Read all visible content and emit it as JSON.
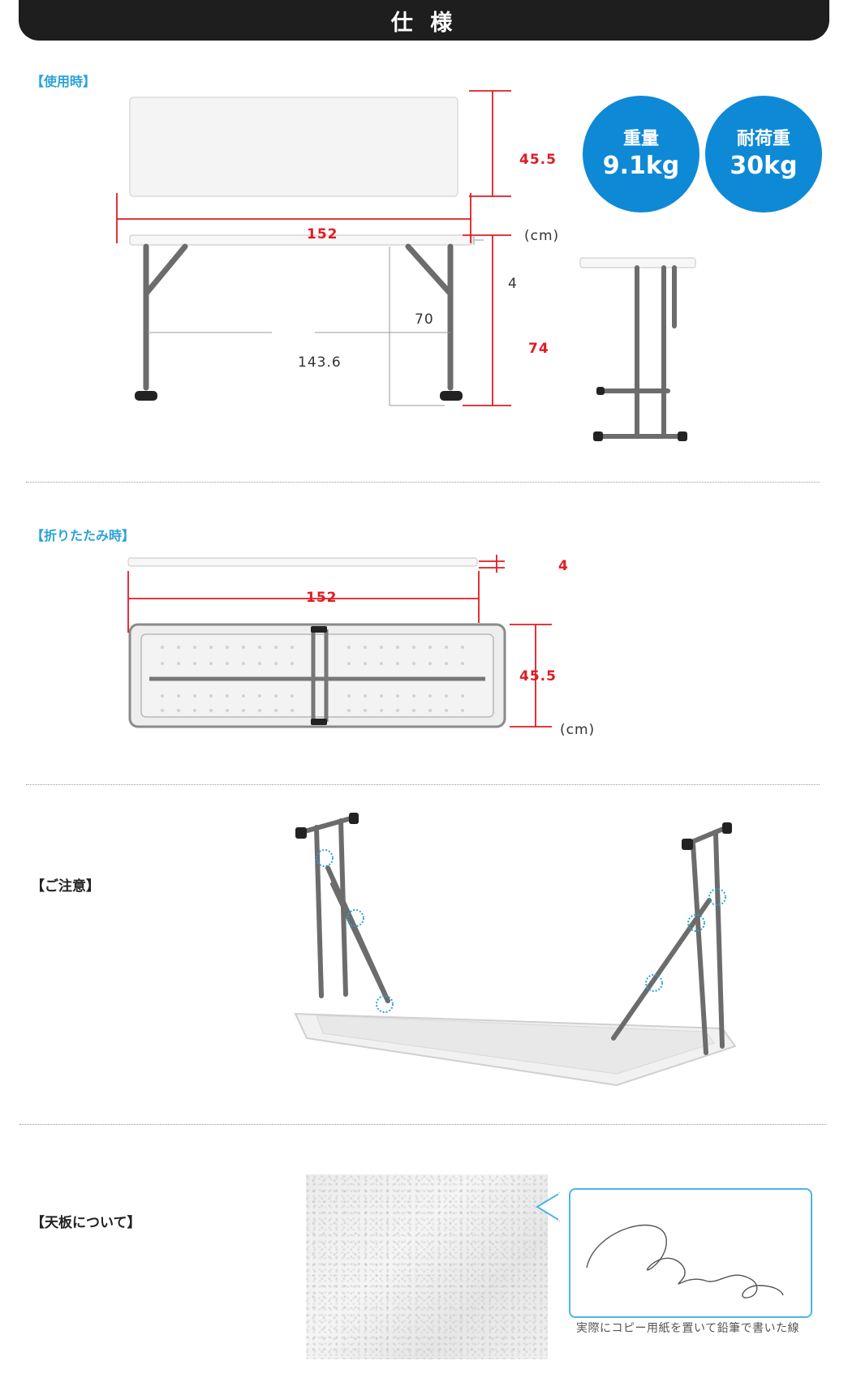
{
  "header": {
    "title": "仕 様"
  },
  "sections": {
    "in_use": "【使用時】",
    "folded": "【折りたたみ時】",
    "caution": "【ご注意】",
    "tabletop": "【天板について】"
  },
  "in_use": {
    "width": "152",
    "depth": "45.5",
    "height": "74",
    "top_thickness": "4",
    "leg_clearance": "70",
    "inner_width": "143.6",
    "unit": "(cm)"
  },
  "badges": [
    {
      "title": "重量",
      "value": "9.1kg"
    },
    {
      "title": "耐荷重",
      "value": "30kg"
    }
  ],
  "folded": {
    "thickness": "4",
    "width": "152",
    "depth": "45.5",
    "unit": "(cm)"
  },
  "tabletop": {
    "caption": "実際にコピー用紙を置いて鉛筆で書いた線"
  },
  "colors": {
    "accent_blue": "#0e89d6",
    "label_blue": "#2aa3d8",
    "dimension_red": "#e11b22",
    "header_bg": "#1e1e1e"
  }
}
